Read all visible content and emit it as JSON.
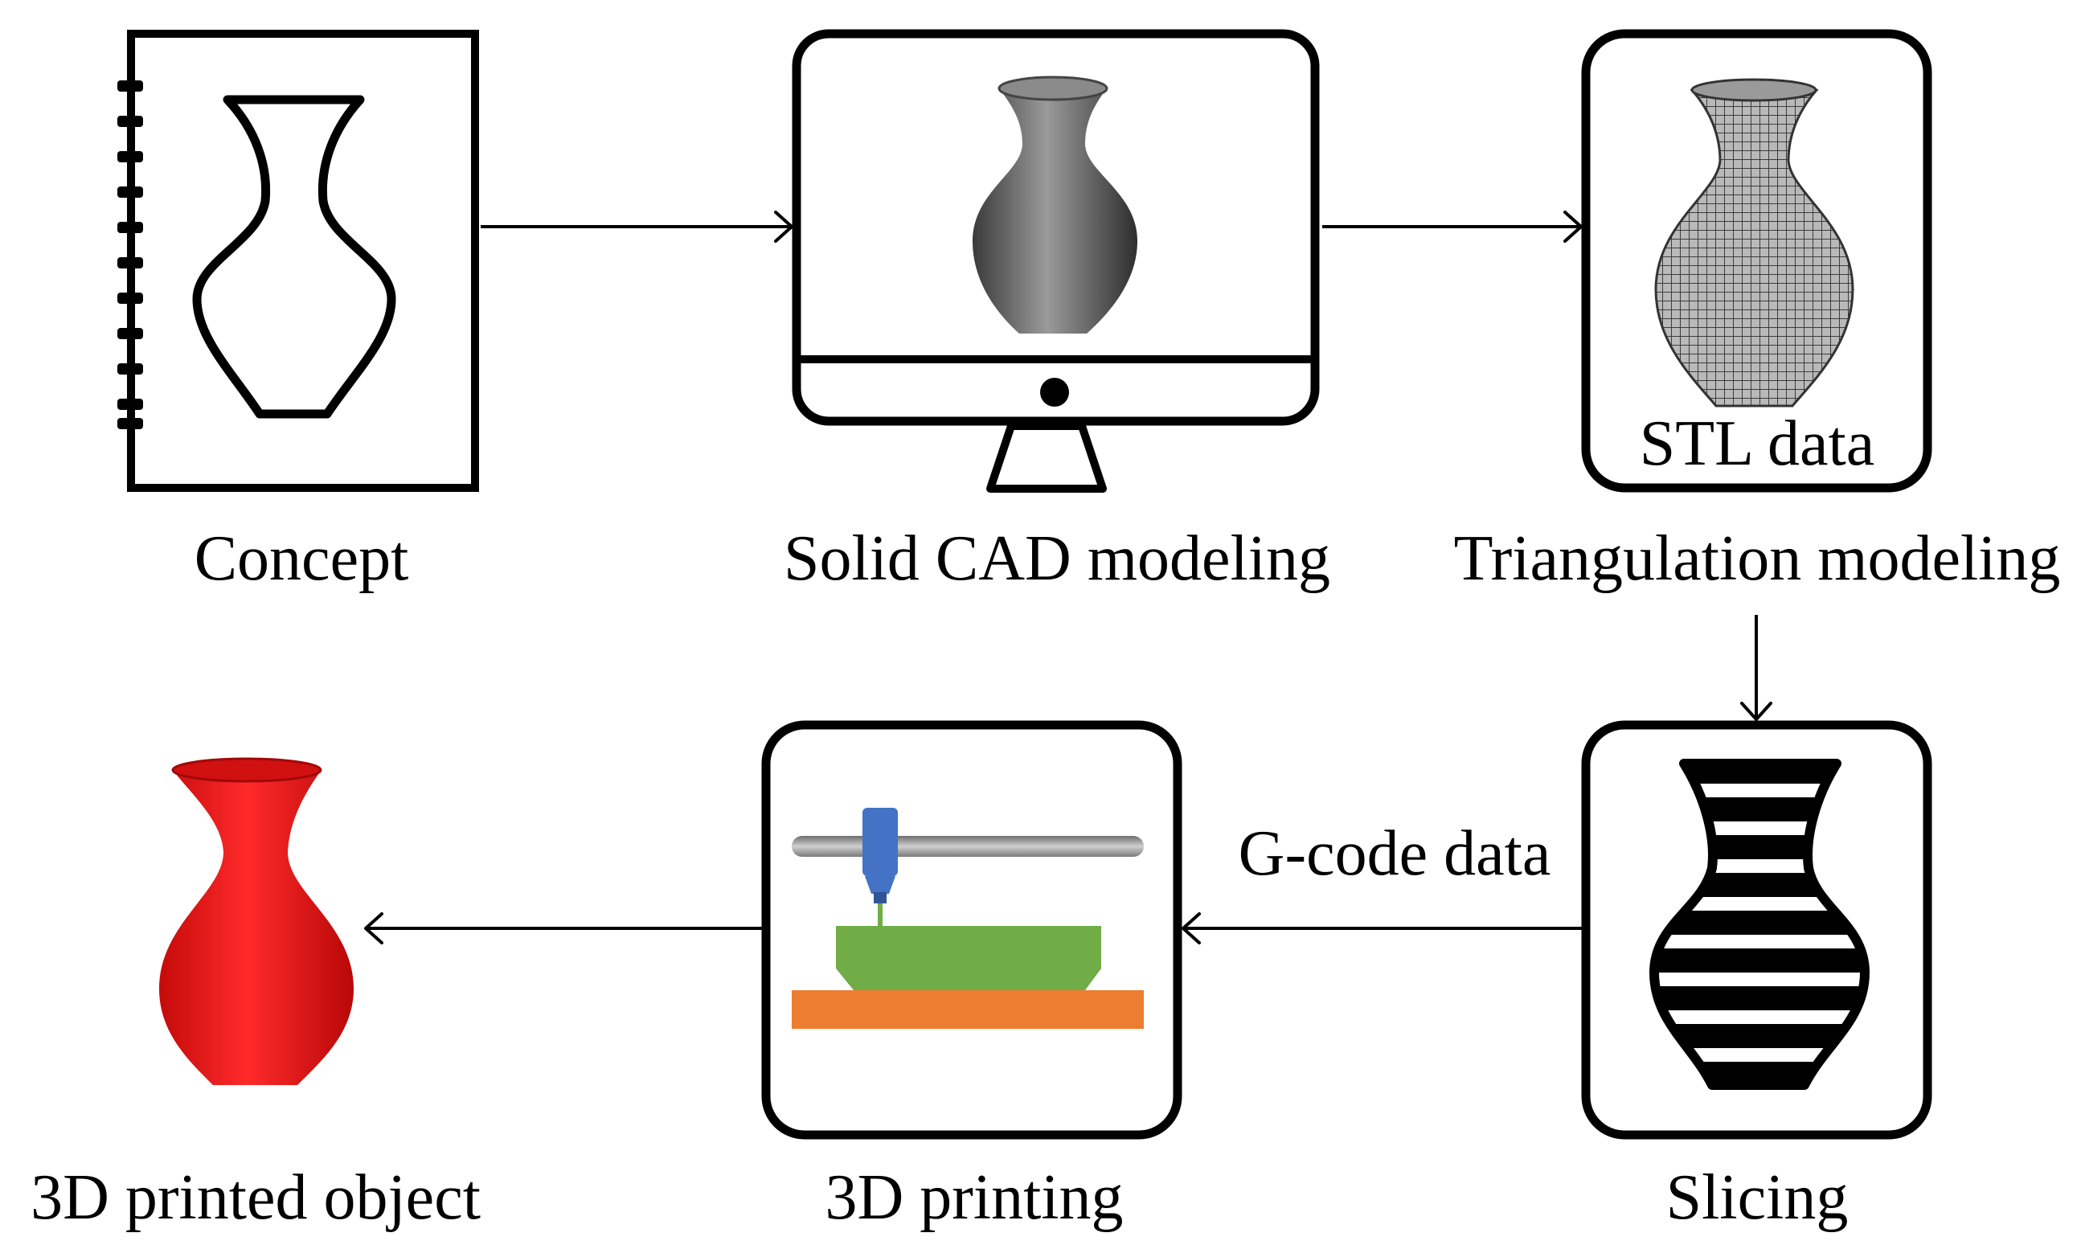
{
  "steps": {
    "concept": "Concept",
    "solid_cad": "Solid CAD modeling",
    "triangulation": "Triangulation  modeling",
    "slicing": "Slicing",
    "printing": "3D printing",
    "printed_object": "3D printed object"
  },
  "annotations": {
    "stl_data": "STL data",
    "gcode_data": "G-code data"
  },
  "colors": {
    "outline": "#000000",
    "printed_vase": "#ee1c1c",
    "print_bed": "#ed7d31",
    "printed_part": "#70ad47",
    "nozzle": "#4472c4",
    "gantry_rail": "#9e9e9e",
    "cad_vase": "#6b6b6b"
  }
}
